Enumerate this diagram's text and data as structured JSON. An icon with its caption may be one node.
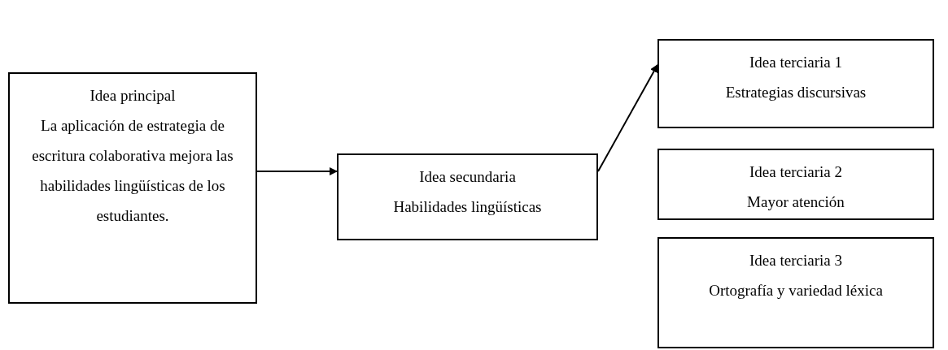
{
  "diagram": {
    "nodes": [
      {
        "text": [
          "Idea principal",
          "La aplicación de estrategia de escritura colaborativa mejora las habilidades lingüísticas de los estudiantes."
        ]
      },
      {
        "text": [
          "Idea secundaria",
          "Habilidades lingüísticas"
        ]
      },
      {
        "text": [
          "Idea terciaria 1",
          "Estrategias discursivas"
        ]
      },
      {
        "text": [
          "Idea terciaria 2",
          "Mayor atención"
        ]
      },
      {
        "text": [
          "Idea terciaria 3",
          "Ortografía y variedad léxica"
        ]
      }
    ],
    "edges": [
      {
        "from": 0,
        "to": 1,
        "arrow": "to"
      },
      {
        "from": 1,
        "to": 2,
        "arrow": "to"
      }
    ]
  }
}
